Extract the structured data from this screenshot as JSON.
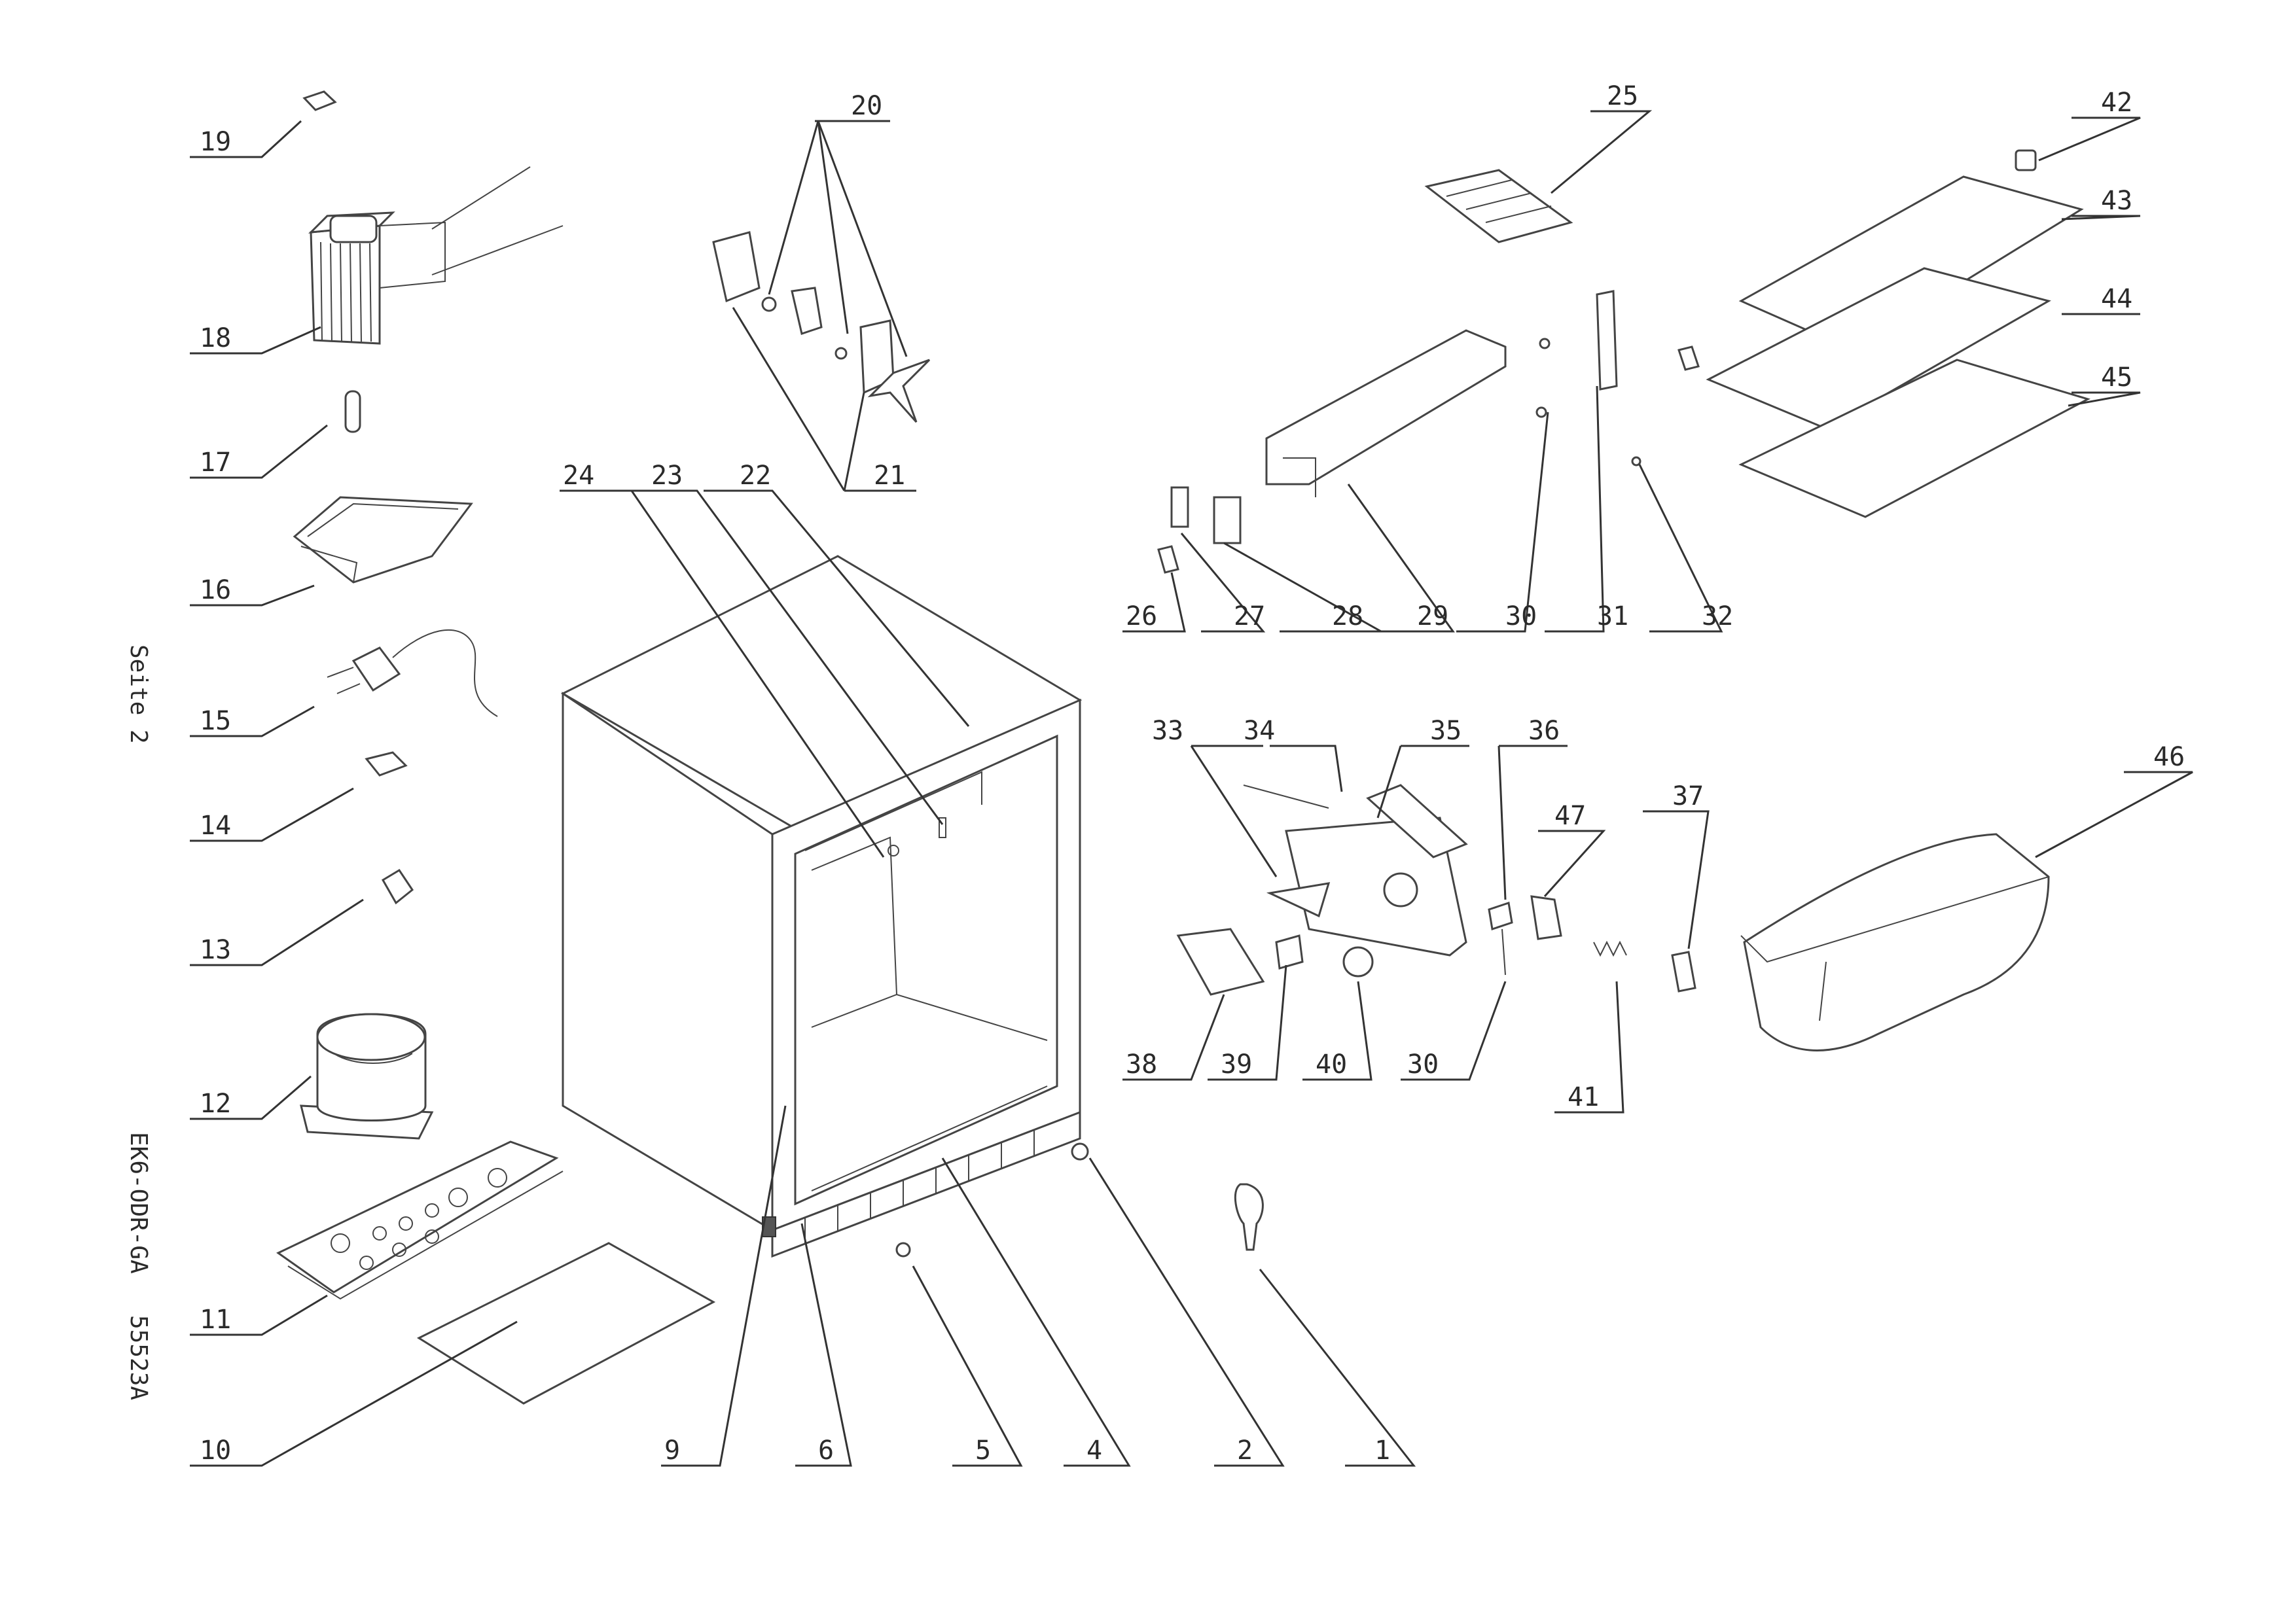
{
  "side_text": {
    "page": "Seite 2",
    "model": "EK6-ODR-GA",
    "code": "55523A"
  },
  "labels": [
    "1",
    "2",
    "4",
    "5",
    "6",
    "9",
    "10",
    "11",
    "12",
    "13",
    "14",
    "15",
    "16",
    "17",
    "18",
    "19",
    "20",
    "21",
    "22",
    "23",
    "24",
    "25",
    "26",
    "27",
    "28",
    "29",
    "30",
    "30",
    "31",
    "32",
    "33",
    "34",
    "35",
    "36",
    "37",
    "38",
    "39",
    "40",
    "41",
    "42",
    "43",
    "44",
    "45",
    "46",
    "47"
  ],
  "colors": {
    "ink": "#333333",
    "paper": "#ffffff"
  }
}
